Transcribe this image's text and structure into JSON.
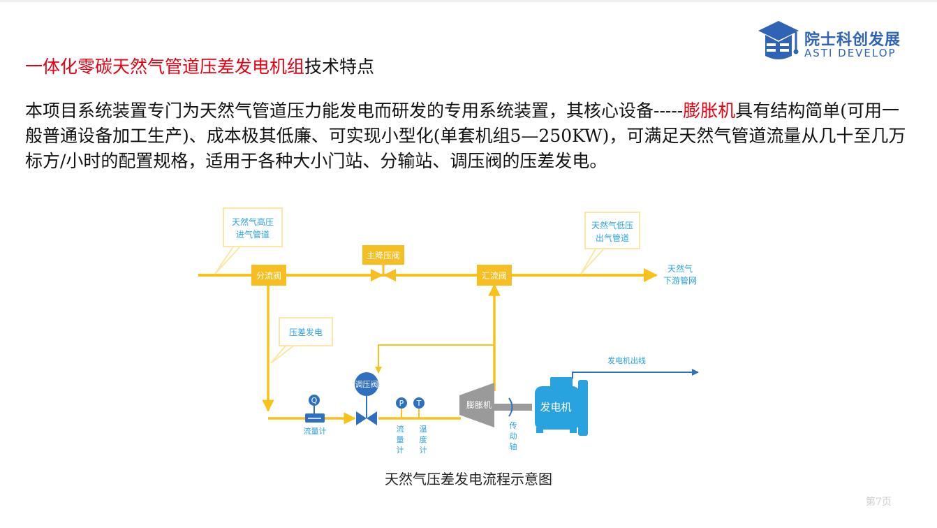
{
  "logo": {
    "cn": "院士科创发展",
    "en": "ASTI  DEVELOP"
  },
  "title": {
    "red": "一体化零碳天然气管道压差发电机组",
    "black": "技术特点"
  },
  "paragraph": {
    "part1": "本项目系统装置专门为天然气管道压力能发电而研发的专用系统装置，其核心设备-----",
    "highlight": "膨胀机",
    "part2": "具有结构简单(可用一般普通设备加工生产)、成本极其低廉、可实现小型化(单套机组5—250KW)，可满足天然气管道流量从几十至几万标方/小时的配置规格，适用于各种大小门站、分输站、调压阀的压差发电。"
  },
  "diagram": {
    "callout_high": [
      "天然气高压",
      "进气管道"
    ],
    "callout_low": [
      "天然气低压",
      "出气管道"
    ],
    "callout_pd": "压差发电",
    "split_valve": "分流阀",
    "main_valve": "主降压阀",
    "merge_valve": "汇流阀",
    "downstream": [
      "天然气",
      "下游管网"
    ],
    "gen_out": "发电机出线",
    "reg_valve": "调压阀",
    "flowmeter_q": "Q",
    "flowmeter_label": "流量计",
    "pressure_p": "P",
    "temp_t": "T",
    "pressure_label": [
      "流",
      "量",
      "计"
    ],
    "temp_label": [
      "温",
      "度",
      "计"
    ],
    "expander": "膨胀机",
    "shaft_label": [
      "传",
      "动",
      "轴"
    ],
    "generator": "发电机",
    "colors": {
      "pipe": "#f9c21a",
      "box": "#f7be22",
      "callout": "#fbe7a6",
      "blue": "#2f6fbf",
      "sky": "#29a3e0",
      "expander": "#9a9a9a"
    }
  },
  "caption": "天然气压差发电流程示意图",
  "page_number": "第7页"
}
